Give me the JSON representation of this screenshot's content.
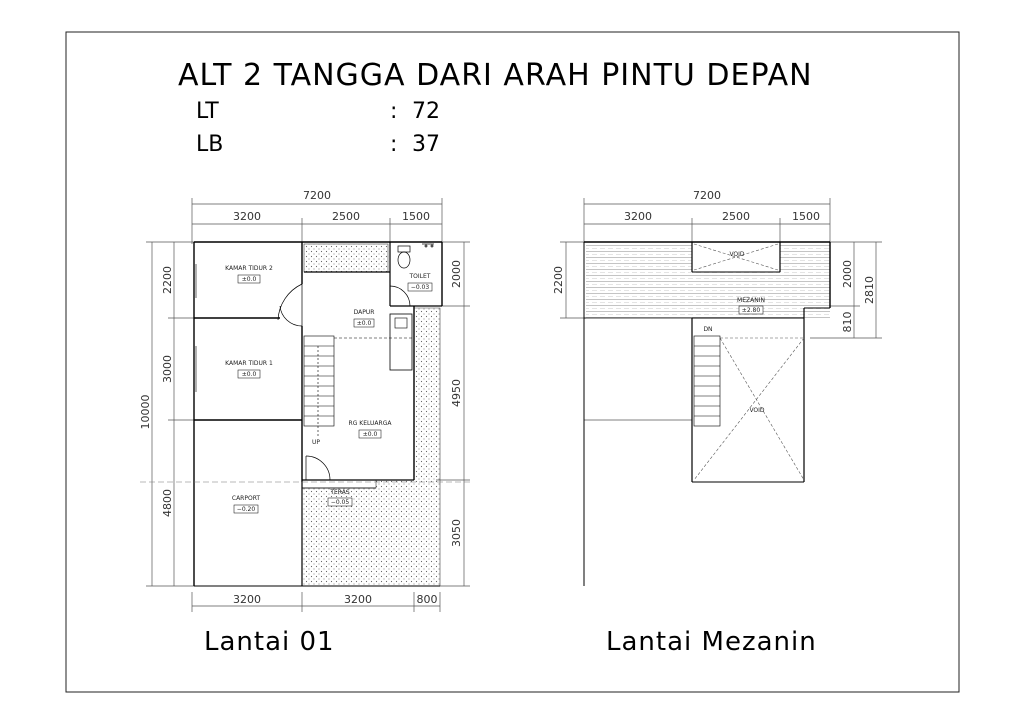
{
  "title": "ALT 2 TANGGA DARI ARAH PINTU DEPAN",
  "info": [
    {
      "key": "LT",
      "sep": ":",
      "value": "72"
    },
    {
      "key": "LB",
      "sep": ":",
      "value": "37"
    }
  ],
  "floor1": {
    "caption": "Lantai 01",
    "dims_top": {
      "total": "7200",
      "a": "3200",
      "b": "2500",
      "c": "1500"
    },
    "dims_bottom": {
      "a": "3200",
      "b": "3200",
      "c": "800"
    },
    "dims_left": {
      "total": "10000",
      "a": "2200",
      "b": "3000",
      "c": "4800"
    },
    "dims_right": {
      "a": "2000",
      "b": "4950",
      "c": "3050"
    },
    "rooms": [
      {
        "name": "KAMAR TIDUR 2",
        "level": "±0.0"
      },
      {
        "name": "KAMAR TIDUR 1",
        "level": "±0.0"
      },
      {
        "name": "DAPUR",
        "level": "±0.0"
      },
      {
        "name": "TOILET",
        "level": "−0.03"
      },
      {
        "name": "RG KELUARGA",
        "level": "±0.0"
      },
      {
        "name": "CARPORT",
        "level": "−0.20"
      },
      {
        "name": "TERAS",
        "level": "−0.05"
      }
    ],
    "stair_label": "UP"
  },
  "mezanin": {
    "caption": "Lantai Mezanin",
    "dims_top": {
      "total": "7200",
      "a": "3200",
      "b": "2500",
      "c": "1500"
    },
    "dims_left": {
      "a": "2200"
    },
    "dims_right": {
      "a": "2000",
      "b": "810",
      "c": "2810"
    },
    "void_small": "VOID",
    "void_big": "VOID",
    "room": {
      "name": "MEZANIN",
      "level": "±2.80"
    },
    "stair_label": "DN"
  },
  "colors": {
    "line": "#000000",
    "dim": "#555555",
    "hatch": "#777777"
  }
}
